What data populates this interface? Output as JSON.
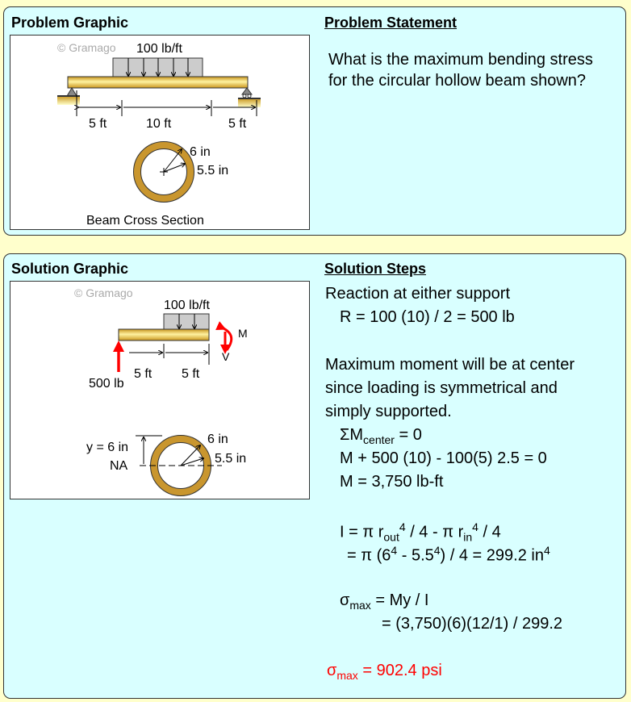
{
  "problem": {
    "graphic_title": "Problem Graphic",
    "statement_title": "Problem Statement",
    "statement_lines": [
      "What is the maximum bending stress",
      "for the circular hollow beam shown?"
    ],
    "watermark": "© Gramago",
    "load": "100 lb/ft",
    "dims": [
      "5 ft",
      "10 ft",
      "5 ft"
    ],
    "outer_radius": "6 in",
    "inner_radius": "5.5 in",
    "caption": "Beam Cross Section"
  },
  "solution": {
    "graphic_title": "Solution Graphic",
    "steps_title": "Solution Steps",
    "watermark": "© Gramago",
    "load": "100 lb/ft",
    "moment_label": "M",
    "shear_label": "V",
    "reaction": "500 lb",
    "dims": [
      "5 ft",
      "5 ft"
    ],
    "y_label": "y = 6 in",
    "na_label": "NA",
    "outer_radius": "6 in",
    "inner_radius": "5.5 in",
    "steps": {
      "l1": "Reaction at either support",
      "l2": "R = 100 (10) / 2 = 500 lb",
      "l3": "Maximum moment will be at center",
      "l4": "since loading is symmetrical and",
      "l5": "simply supported.",
      "l6a": "ΣM",
      "l6sub": "center",
      "l6b": " = 0",
      "l7": "M + 500 (10) - 100(5) 2.5 = 0",
      "l8": "M = 3,750 lb-ft",
      "l9a": "I = π r",
      "l9sub1": "out",
      "l9sup1": "4",
      "l9b": " / 4 - π r",
      "l9sub2": "in",
      "l9sup2": "4",
      "l9c": " / 4",
      "l10a": "= π (6",
      "l10sup1": "4",
      "l10b": " - 5.5",
      "l10sup2": "4",
      "l10c": ") / 4 = 299.2 in",
      "l10sup3": "4",
      "l11a": "σ",
      "l11sub": "max",
      "l11b": " = My / I",
      "l12": "= (3,750)(6)(12/1) / 299.2",
      "l13a": "σ",
      "l13sub": "max",
      "l13b": " = 902.4 psi"
    }
  },
  "colors": {
    "background": "#ffffcc",
    "panel": "#d9ffff",
    "beam": "#d4a32c",
    "answer": "#ff0000"
  }
}
